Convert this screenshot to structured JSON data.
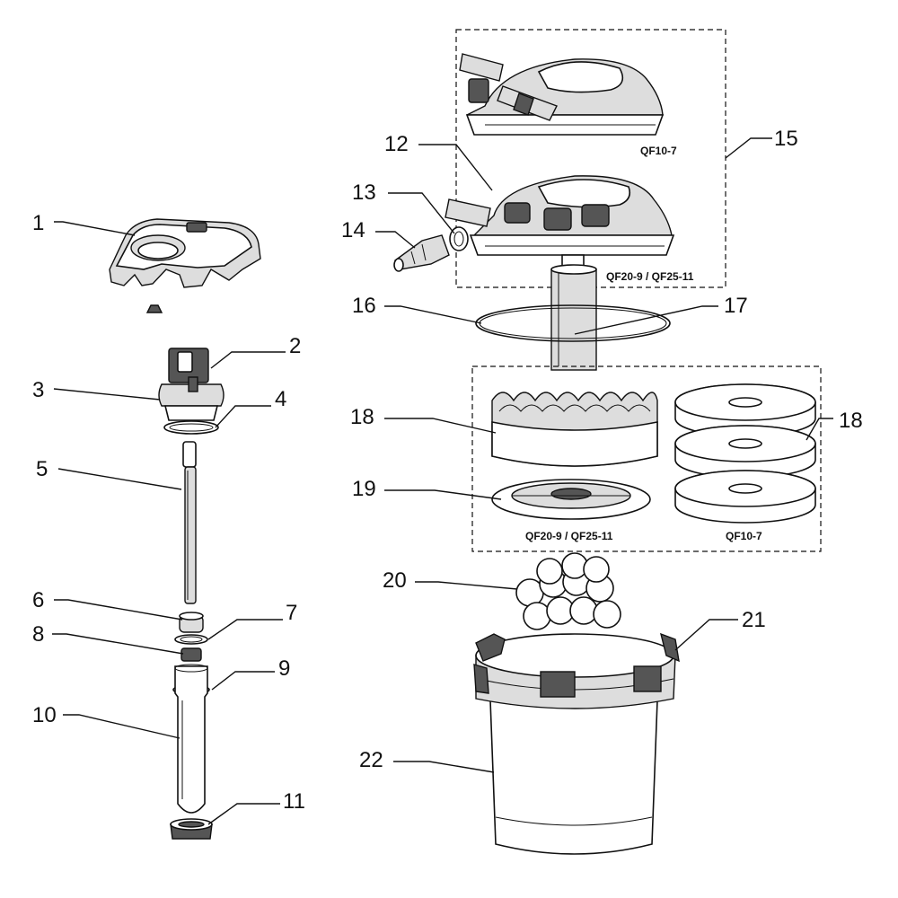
{
  "callouts": {
    "n1": "1",
    "n2": "2",
    "n3": "3",
    "n4": "4",
    "n5": "5",
    "n6": "6",
    "n7": "7",
    "n8": "8",
    "n9": "9",
    "n10": "10",
    "n11": "11",
    "n12": "12",
    "n13": "13",
    "n14": "14",
    "n15": "15",
    "n16": "16",
    "n17": "17",
    "n18a": "18",
    "n18b": "18",
    "n19": "19",
    "n20": "20",
    "n21": "21",
    "n22": "22"
  },
  "variant_labels": {
    "lid_small": "QF10-7",
    "lid_large": "QF20-9 / QF25-11",
    "media_large": "QF20-9 / QF25-11",
    "media_small": "QF10-7"
  }
}
